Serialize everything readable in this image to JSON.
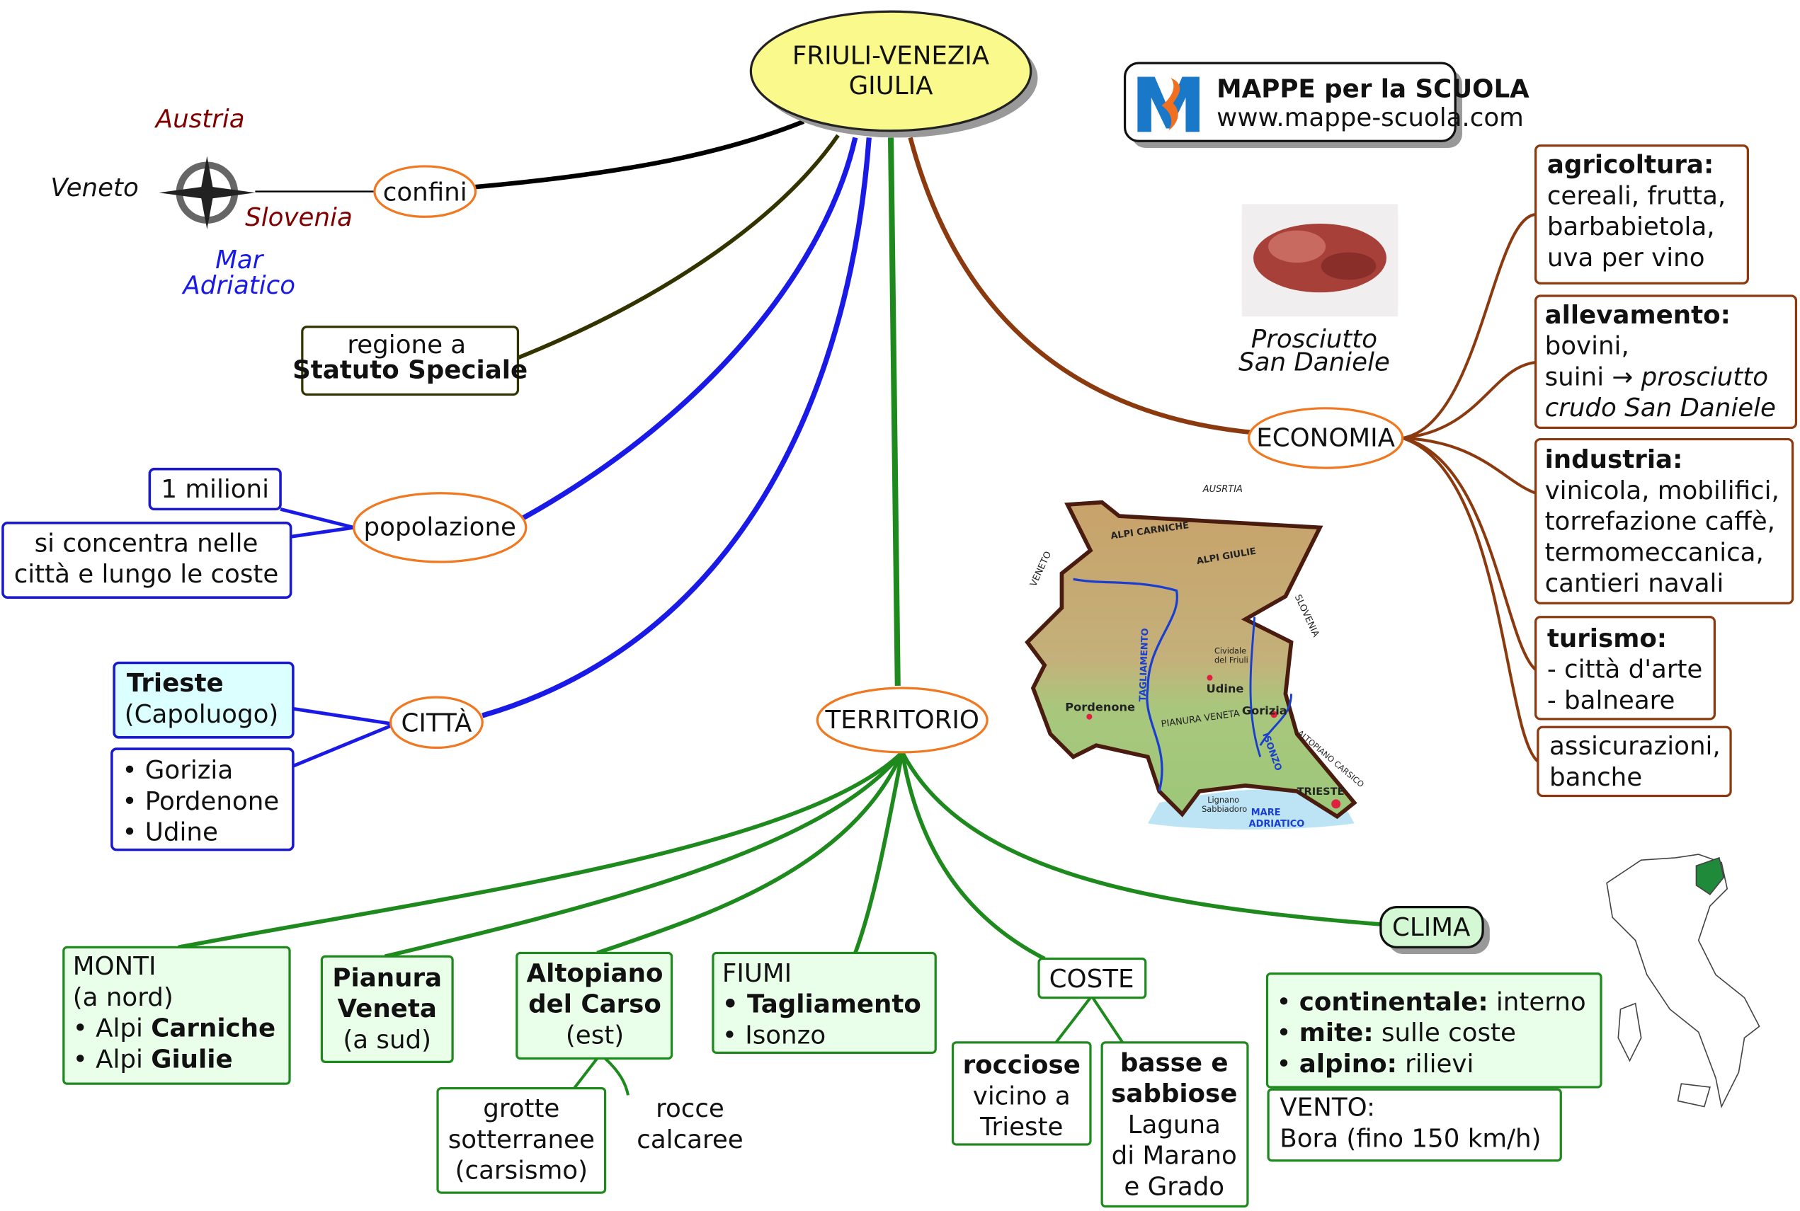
{
  "title": {
    "line1": "FRIULI-VENEZIA",
    "line2": "GIULIA"
  },
  "logo": {
    "name": "MAPPE per la SCUOLA",
    "url": "www.mappe-scuola.com"
  },
  "confini": {
    "label": "confini",
    "north": "Austria",
    "west": "Veneto",
    "east": "Slovenia",
    "south1": "Mar",
    "south2": "Adriatico"
  },
  "statuto": {
    "line1": "regione a",
    "line2": "Statuto Speciale"
  },
  "popolazione": {
    "label": "popolazione",
    "count": "1 milioni",
    "note1": "si concentra nelle",
    "note2": "città e lungo le coste"
  },
  "citta": {
    "label": "CITTÀ",
    "capital": "Trieste",
    "capital_note": "(Capoluogo)",
    "others": [
      "Gorizia",
      "Pordenone",
      "Udine"
    ]
  },
  "economia": {
    "label": "ECONOMIA",
    "image_caption1": "Prosciutto",
    "image_caption2": "San Daniele",
    "agricoltura": {
      "title": "agricoltura:",
      "lines": [
        "cereali, frutta,",
        "barbabietola,",
        "uva per vino"
      ]
    },
    "allevamento": {
      "title": "allevamento:",
      "l1": "bovini,",
      "l2a": "suini → ",
      "l2b": "prosciutto",
      "l3": "crudo San Daniele"
    },
    "industria": {
      "title": "industria:",
      "lines": [
        "vinicola, mobilifici,",
        "torrefazione caffè,",
        "termomeccanica,",
        "cantieri navali"
      ]
    },
    "turismo": {
      "title": "turismo:",
      "lines": [
        "- città d'arte",
        "- balneare"
      ]
    },
    "servizi": {
      "lines": [
        "assicurazioni,",
        "banche"
      ]
    }
  },
  "map_labels": {
    "austria": "AUSRTIA",
    "veneto": "VENETO",
    "slovenia": "SLOVENIA",
    "alpi_carniche": "ALPI CARNICHE",
    "alpi_giulie": "ALPI GIULIE",
    "tagliamento": "TAGLIAMENTO",
    "isonzo": "ISONZO",
    "cividale1": "Cividale",
    "cividale2": "del Friuli",
    "udine": "Udine",
    "pordenone": "Pordenone",
    "gorizia": "Gorizia",
    "pianura": "PIANURA VENETA",
    "altopiano": "ALTOPIANO CARSICO",
    "trieste": "TRIESTE",
    "lignano1": "Lignano",
    "lignano2": "Sabbiadoro",
    "mare1": "MARE",
    "mare2": "ADRIATICO"
  },
  "territorio": {
    "label": "TERRITORIO",
    "monti": {
      "l1": "MONTI",
      "l2": "(a nord)",
      "l3a": "• Alpi ",
      "l3b": "Carniche",
      "l4a": "• Alpi ",
      "l4b": "Giulie"
    },
    "pianura": {
      "l1": "Pianura",
      "l2": "Veneta",
      "l3": "(a sud)"
    },
    "altopiano": {
      "l1": "Altopiano",
      "l2": "del Carso",
      "l3": "(est)"
    },
    "grotte": {
      "l1": "grotte",
      "l2": "sotterranee",
      "l3": "(carsismo)"
    },
    "rocce": {
      "l1": "rocce",
      "l2": "calcaree"
    },
    "fiumi": {
      "l1": "FIUMI",
      "l2": "• Tagliamento",
      "l3": "• Isonzo"
    },
    "coste": {
      "label": "COSTE",
      "rocciose": {
        "l1": "rocciose",
        "l2": "vicino a",
        "l3": "Trieste"
      },
      "basse": {
        "l1": "basse e",
        "l2": "sabbiose",
        "l3": "Laguna",
        "l4": "di Marano",
        "l5": "e Grado"
      }
    },
    "clima": {
      "label": "CLIMA",
      "items": [
        {
          "b": "continentale:",
          "t": " interno"
        },
        {
          "b": "mite:",
          "t": " sulle coste"
        },
        {
          "b": "alpino:",
          "t": " rilievi"
        }
      ],
      "vento1": "VENTO:",
      "vento2": "Bora (fino 150 km/h)"
    }
  },
  "colors": {
    "title_fill": "#fafa8c",
    "confini": "#000000",
    "statuto": "#333300",
    "popolazione": "#1a1ae6",
    "territorio": "#1e8a1e",
    "economia": "#8b3a10",
    "node_stroke": "#f07820"
  }
}
